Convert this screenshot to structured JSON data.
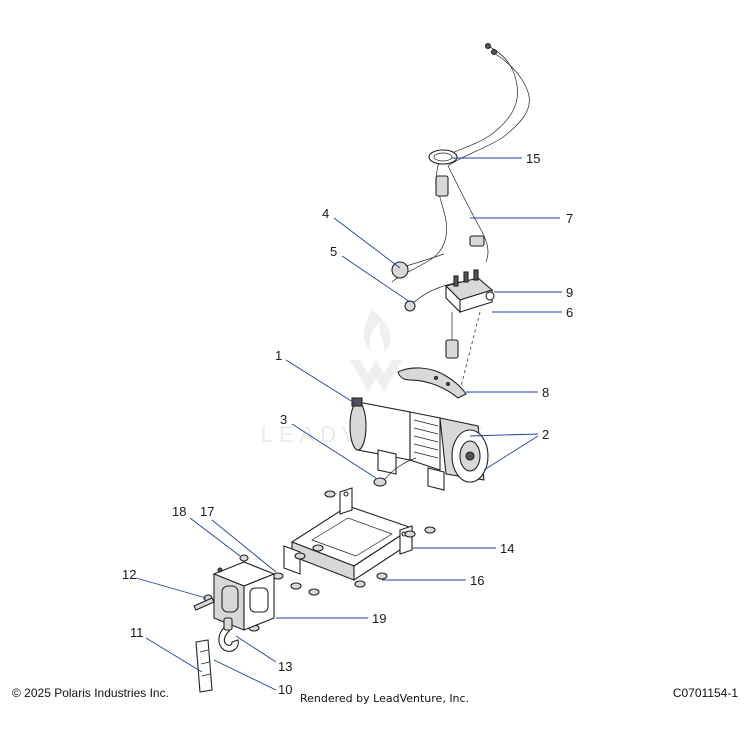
{
  "callouts": {
    "c1": "1",
    "c2": "2",
    "c3": "3",
    "c4": "4",
    "c5": "5",
    "c6": "6",
    "c7": "7",
    "c8": "8",
    "c9": "9",
    "c10": "10",
    "c11": "11",
    "c12": "12",
    "c13": "13",
    "c14": "14",
    "c15": "15",
    "c16": "16",
    "c17": "17",
    "c18": "18",
    "c19": "19"
  },
  "watermark": "LEADVENTURE",
  "footer": {
    "copyright": "© 2025 Polaris Industries Inc.",
    "rendered_by": "Rendered by LeadVenture, Inc.",
    "part_code": "C0701154-1"
  },
  "colors": {
    "leader": "#1f3ea8",
    "watermark": "#d9d9d9"
  }
}
